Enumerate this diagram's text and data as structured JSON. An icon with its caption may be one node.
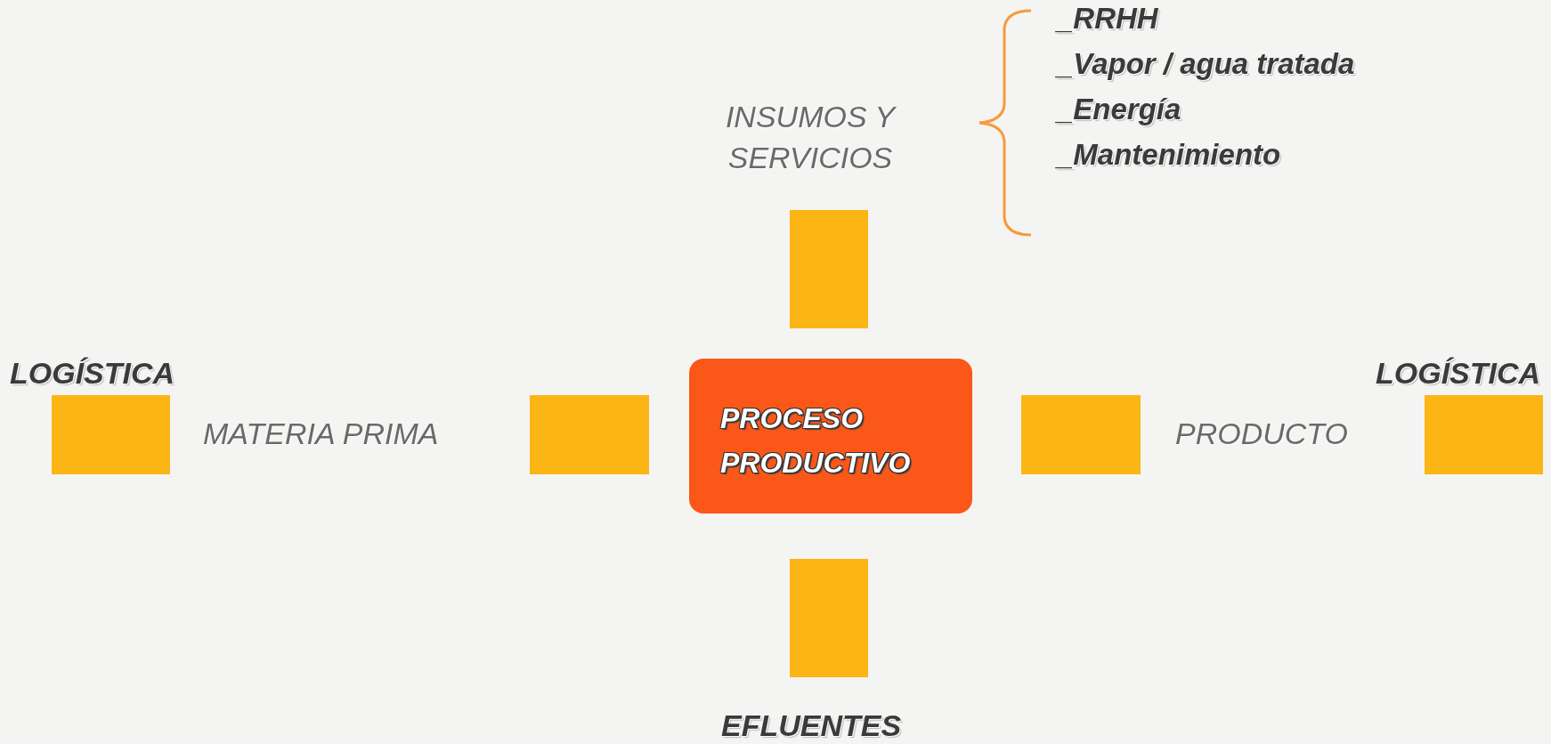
{
  "diagram": {
    "nodes": [
      {
        "text": [
          "INSUMOS Y SERVICIOS"
        ]
      },
      {
        "text": [
          "LOGÍSTICA"
        ]
      },
      {
        "text": [],
        "shape": "box"
      },
      {
        "text": [
          "PROCESO PRODUCTIVO"
        ]
      },
      {
        "text": [],
        "shape": "box"
      },
      {
        "text": [
          "LOGÍSTICA"
        ]
      },
      {
        "text": [
          "EFLUENTES"
        ]
      }
    ],
    "edges": [],
    "labels": [
      "_RRHH",
      "_Vapor / agua tratada",
      "_Energía",
      "_Mantenimiento",
      "MATERIA PRIMA",
      "PRODUCTO"
    ]
  }
}
